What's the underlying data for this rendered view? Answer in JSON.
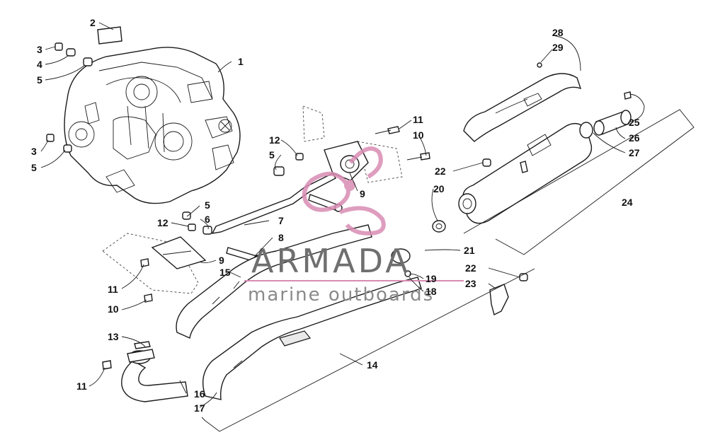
{
  "watermark": {
    "brand": "ARMADA",
    "tagline": "marine outboards",
    "brand_color": "#7a7a7a",
    "accent_color": "#d98cb3"
  },
  "callouts": {
    "c1": "1",
    "c2": "2",
    "c3a": "3",
    "c3b": "3",
    "c4": "4",
    "c5a": "5",
    "c5b": "5",
    "c5c": "5",
    "c5d": "5",
    "c6": "6",
    "c7": "7",
    "c8": "8",
    "c9a": "9",
    "c9b": "9",
    "c10a": "10",
    "c10b": "10",
    "c11a": "11",
    "c11b": "11",
    "c11c": "11",
    "c12a": "12",
    "c12b": "12",
    "c13": "13",
    "c14": "14",
    "c15": "15",
    "c16": "16",
    "c17": "17",
    "c18": "18",
    "c19": "19",
    "c20": "20",
    "c21": "21",
    "c22a": "22",
    "c22b": "22",
    "c23": "23",
    "c24": "24",
    "c25": "25",
    "c26": "26",
    "c27": "27",
    "c28": "28",
    "c29": "29"
  }
}
